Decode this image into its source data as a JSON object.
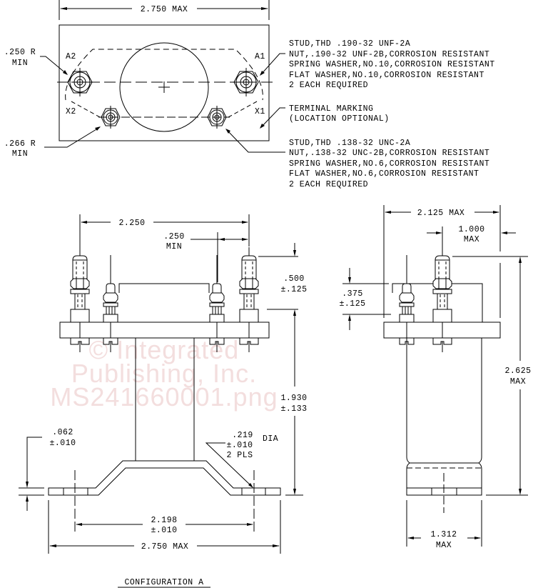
{
  "top_view": {
    "overall_width": "2.750 MAX",
    "terminals": {
      "a2": "A2",
      "a1": "A1",
      "x2": "X2",
      "x1": "X1"
    },
    "radius_large": [
      ".250 R",
      "MIN"
    ],
    "radius_small": [
      ".266 R",
      "MIN"
    ],
    "note_large_stud": [
      "STUD,THD .190-32 UNF-2A",
      "NUT,.190-32 UNF-2B,CORROSION RESISTANT",
      "SPRING WASHER,NO.10,CORROSION RESISTANT",
      "FLAT WASHER,NO.10,CORROSION RESISTANT",
      "2 EACH REQUIRED"
    ],
    "terminal_marking": [
      "TERMINAL MARKING",
      "(LOCATION OPTIONAL)"
    ],
    "note_small_stud": [
      "STUD,THD .138-32 UNC-2A",
      "NUT,.138-32 UNC-2B,CORROSION RESISTANT",
      "SPRING WASHER,NO.6,CORROSION RESISTANT",
      "FLAT WASHER,NO.6,CORROSION RESISTANT",
      "2 EACH REQUIRED"
    ]
  },
  "front_view": {
    "stud_spacing": "2.250",
    "min_spacing": [
      ".250",
      "MIN"
    ],
    "stud_height": [
      ".500",
      "±.125"
    ],
    "body_height": [
      "1.930",
      "±.133"
    ],
    "thickness": [
      ".062",
      "±.010"
    ],
    "hole": [
      ".219",
      "±.010",
      "2 PLS",
      "DIA"
    ],
    "hole_spacing": [
      "2.198",
      "±.010"
    ],
    "overall_width": "2.750 MAX"
  },
  "side_view": {
    "width": "2.125 MAX",
    "offset": [
      "1.000",
      "MAX"
    ],
    "small_stud_height": [
      ".375",
      "±.125"
    ],
    "height": [
      "2.625",
      "MAX"
    ],
    "base_width": [
      "1.312",
      "MAX"
    ]
  },
  "caption": "CONFIGURATION A",
  "watermark": [
    "© Integrated",
    "Publishing, Inc.",
    "MS241660001.png"
  ]
}
